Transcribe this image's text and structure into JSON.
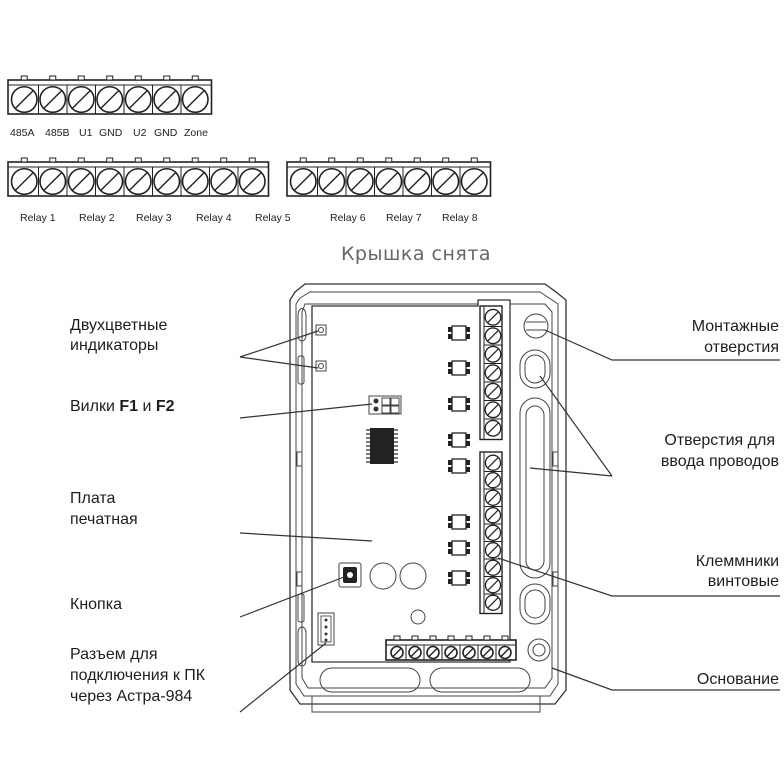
{
  "top_terminals": {
    "row1_labels": [
      "485A",
      "485B",
      "U1",
      "GND",
      "U2",
      "GND",
      "Zone"
    ],
    "row2_left_labels": [
      "Relay 1",
      "Relay 2",
      "Relay 3",
      "Relay 4",
      "Relay 5"
    ],
    "row2_right_labels": [
      "Relay 6",
      "Relay 7",
      "Relay 8"
    ]
  },
  "cover_title": "Крышка снята",
  "callouts_left": {
    "indicators_line1": "Двухцветные",
    "indicators_line2": "индикаторы",
    "jumpers_prefix": "Вилки ",
    "jumpers_f1": "F1",
    "jumpers_mid": " и ",
    "jumpers_f2": "F2",
    "pcb_line1": "Плата",
    "pcb_line2": "печатная",
    "button": "Кнопка",
    "connector_line1": "Разъем для",
    "connector_line2": "подключения к ПК",
    "connector_line3": "через Астра-984"
  },
  "callouts_right": {
    "mounting_line1": "Монтажные",
    "mounting_line2": "отверстия",
    "wire_holes_line1": "Отверстия для",
    "wire_holes_line2": "ввода проводов",
    "screw_terminals_line1": "Клеммники",
    "screw_terminals_line2": "винтовые",
    "base": "Основание"
  }
}
